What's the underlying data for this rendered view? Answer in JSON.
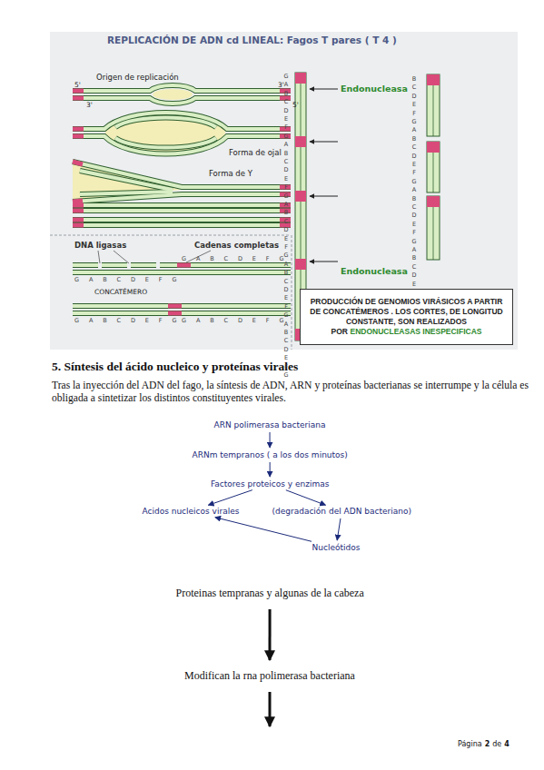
{
  "diagram": {
    "title": "5. Síntesis del ácido nucleico y proteínas virales",
    "nodes": [
      {
        "text": [
          "PRODUCCIÓN DE GENOMIOS VIRÁSICOS A PARTIR DE CONCATÉMEROS . LOS CORTES, DE LONGITUD CONSTANTE, SON REALIZADOS POR",
          "ENDONUCLEASAS INESPECIFICAS"
        ]
      },
      {
        "text": [
          "ARN polimerasa bacteriana"
        ]
      },
      {
        "text": [
          "ARNm tempranos ( a los dos minutos)"
        ]
      },
      {
        "text": [
          "Factores proteicos y enzimas"
        ]
      },
      {
        "text": [
          "Acidos nucleicos virales"
        ]
      },
      {
        "text": [
          "(degradación del ADN bacteriano)"
        ]
      },
      {
        "text": [
          "Nucleótidos"
        ]
      },
      {
        "text": [
          "Proteinas tempranas y algunas de la cabeza"
        ]
      },
      {
        "text": [
          "Modifican la rna polimerasa bacteriana"
        ]
      }
    ],
    "edges": [
      {
        "from": 1,
        "to": 2,
        "arrow": "to"
      },
      {
        "from": 2,
        "to": 3,
        "arrow": "to"
      },
      {
        "from": 3,
        "to": 4,
        "arrow": "to"
      },
      {
        "from": 3,
        "to": 5,
        "arrow": "to"
      },
      {
        "from": 5,
        "to": 6,
        "arrow": "to"
      },
      {
        "from": 6,
        "to": 4,
        "arrow": "to"
      },
      {
        "from": 7,
        "to": 8,
        "arrow": "to"
      }
    ],
    "labels": [
      "REPLICACIÓN DE ADN cd LINEAL: Fagos T pares ( T 4 )",
      "Origen de replicación",
      "5'",
      "3'",
      "3'",
      "5'",
      "Forma de ojal",
      "Forma de Y",
      "DNA ligasas",
      "Cadenas completas",
      "G A B C D E F G",
      "G A B C D E F G",
      "CONCATÉMERO",
      "G A B C D E F G",
      "G A B C D E F G",
      "GABCDEFGABCDEFGABCDEFGABCDEFGABCDEFG",
      "Endonucleasa",
      "Endonucleasa",
      "BCDEFGABCDEFGABCDEFGABCDEFG",
      "Tras la inyección del ADN del fago, la síntesis de ADN, ARN y proteínas bacterianas se interrumpe y la célula es obligada a sintetizar los distintos constituyentes virales.",
      "Página",
      "2",
      "de",
      "4"
    ]
  }
}
